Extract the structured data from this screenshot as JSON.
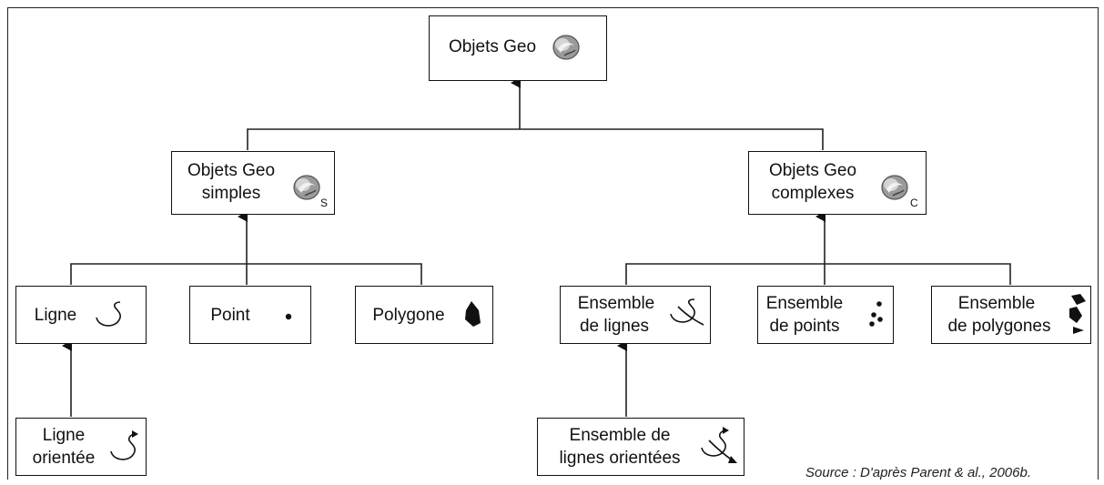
{
  "root": {
    "label": "Objets Geo",
    "icon": "globe-icon"
  },
  "simple": {
    "line1": "Objets Geo",
    "line2": "simples",
    "icon": "globe-icon",
    "subscript": "S"
  },
  "complex": {
    "line1": "Objets Geo",
    "line2": "complexes",
    "icon": "globe-icon",
    "subscript": "C"
  },
  "ligne": {
    "label": "Ligne",
    "icon": "curve-icon"
  },
  "point": {
    "label": "Point",
    "icon": "dot-icon"
  },
  "polygone": {
    "label": "Polygone",
    "icon": "polygon-icon"
  },
  "ens_lignes": {
    "line1": "Ensemble",
    "line2": "de lignes",
    "icon": "curve-set-icon"
  },
  "ens_points": {
    "line1": "Ensemble",
    "line2": "de points",
    "icon": "dots-icon"
  },
  "ens_polygones": {
    "line1": "Ensemble",
    "line2": "de polygones",
    "icon": "polygon-set-icon"
  },
  "ligne_orientee": {
    "line1": "Ligne",
    "line2": "orientée",
    "icon": "oriented-curve-icon"
  },
  "ens_lignes_orientees": {
    "line1": "Ensemble de",
    "line2": "lignes orientées",
    "icon": "oriented-curve-set-icon"
  },
  "source": "Source : D'après Parent & al., 2006b."
}
